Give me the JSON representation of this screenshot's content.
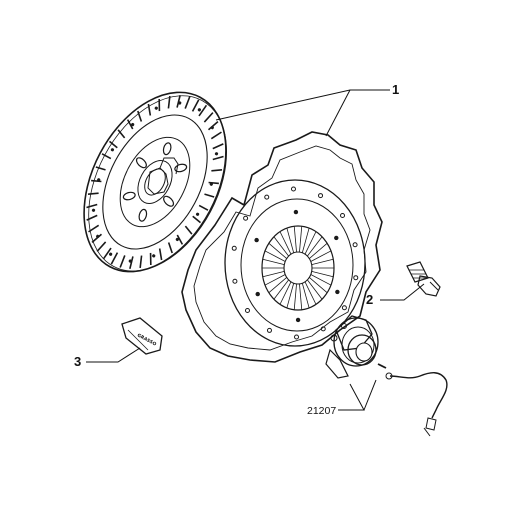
{
  "diagram": {
    "callouts": [
      {
        "id": "clutch-kit",
        "label": "1"
      },
      {
        "id": "bolt",
        "label": "2"
      },
      {
        "id": "grease",
        "label": "3"
      },
      {
        "id": "release-bearing",
        "label": "21207"
      }
    ],
    "grease_pack_text": "GRASSO"
  },
  "colors": {
    "ink": "#1a1a1a",
    "background": "#ffffff"
  }
}
